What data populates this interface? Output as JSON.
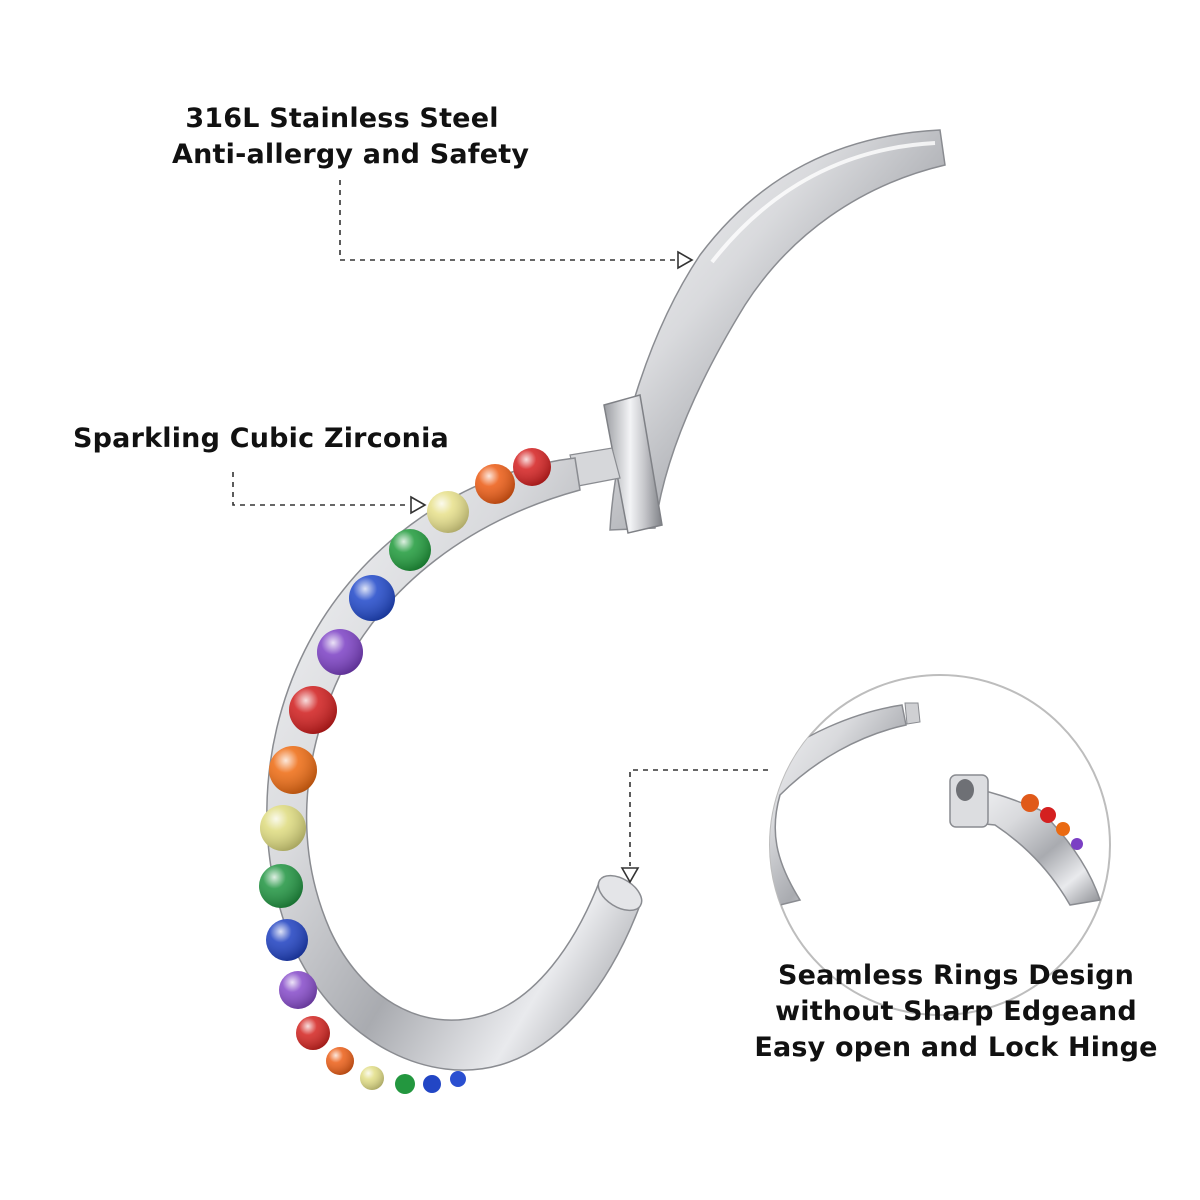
{
  "callouts": {
    "steel": {
      "line1": "316L Stainless Steel",
      "line2": "Anti-allergy and Safety"
    },
    "zirconia": {
      "line1": "Sparkling Cubic Zirconia"
    },
    "seamless": {
      "line1": "Seamless Rings Design",
      "line2": "without Sharp Edgeand",
      "line3": "Easy open and Lock Hinge"
    }
  },
  "colors": {
    "text": "#111111",
    "leader": "#333333",
    "metal_dark": "#8e8f93",
    "metal_light": "#f4f5f7",
    "zoom_circle": "#bdbdbd"
  },
  "gem_colors": [
    "red",
    "orange",
    "yellow",
    "green",
    "blue",
    "purple"
  ],
  "icons": [
    "steel-hinge-segment",
    "gem-ring-band",
    "zoom-inset-circle",
    "arrowhead-icon"
  ]
}
